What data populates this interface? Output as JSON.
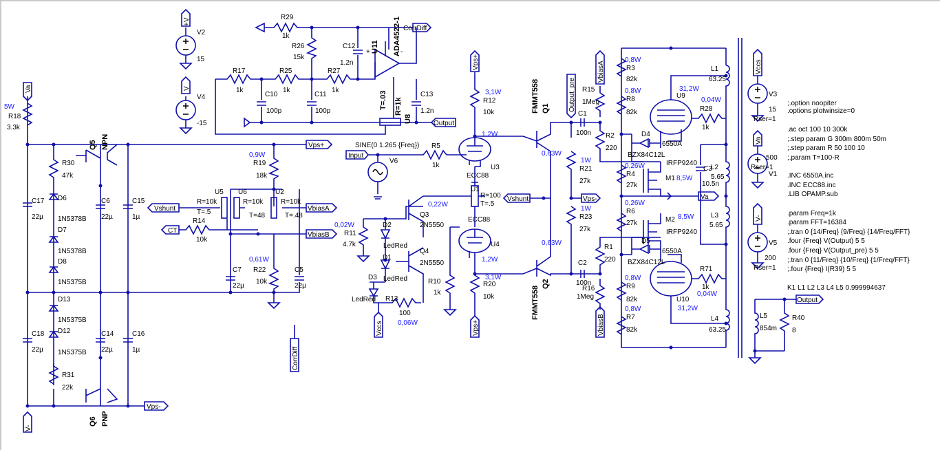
{
  "schematic": {
    "nets": {
      "va": "Va",
      "vminus": "V-",
      "vps_plus": "Vps+",
      "vps_minus": "Vps-",
      "vshunt": "Vshunt",
      "vbiasA": "VbiasA",
      "vbiasB": "VbiasB",
      "ct": "CT",
      "input": "Input",
      "output": "Output",
      "corrdiff": "CorrDiff",
      "vccs": "Vccs",
      "output_pre": "Output_pre",
      "plusv": "+V",
      "minusv": "V"
    },
    "components": {
      "V2": {
        "name": "V2",
        "value": "15"
      },
      "V4": {
        "name": "V4",
        "value": "-15"
      },
      "V6": {
        "name": "V6",
        "value": "SINE(0 1.265 {Freq})"
      },
      "V3": {
        "name": "V3",
        "value": "15",
        "rser": "Rser=1"
      },
      "V1": {
        "name": "V1",
        "value": "500",
        "rser": "Rser=1"
      },
      "V5": {
        "name": "V5",
        "value": "200",
        "rser": "Rser=1"
      },
      "R29": {
        "name": "R29",
        "value": "1k"
      },
      "R26": {
        "name": "R26",
        "value": "15k"
      },
      "R17": {
        "name": "R17",
        "value": "1k"
      },
      "R25": {
        "name": "R25",
        "value": "1k"
      },
      "R27": {
        "name": "R27",
        "value": "1k"
      },
      "C12": {
        "name": "C12",
        "value": "1.2n"
      },
      "C10": {
        "name": "C10",
        "value": "100p"
      },
      "C11": {
        "name": "C11",
        "value": "100p"
      },
      "C13": {
        "name": "C13",
        "value": "1.2n"
      },
      "U11": {
        "name": "U11",
        "value": "ADA4522-1"
      },
      "U8": {
        "name": "U8",
        "value": "R=1k",
        "t": "T=.03"
      },
      "R18": {
        "name": "R18",
        "value": "3.3k",
        "power": "5W"
      },
      "R30": {
        "name": "R30",
        "value": "47k"
      },
      "R31": {
        "name": "R31",
        "value": "22k"
      },
      "Q5": {
        "name": "Q5",
        "value": "NPN"
      },
      "Q6": {
        "name": "Q6",
        "value": "PNP"
      },
      "D6": {
        "name": "D6",
        "value": "1N5378B"
      },
      "D7": {
        "name": "D7",
        "value": "1N5378B"
      },
      "D8": {
        "name": "D8",
        "value": "1N5375B"
      },
      "D13": {
        "name": "D13",
        "value": "1N5375B"
      },
      "D12": {
        "name": "D12",
        "value": "1N5375B"
      },
      "C17": {
        "name": "C17",
        "value": "22µ"
      },
      "C18": {
        "name": "C18",
        "value": "22µ"
      },
      "C6": {
        "name": "C6",
        "value": "22µ"
      },
      "C14": {
        "name": "C14",
        "value": "22µ"
      },
      "C15": {
        "name": "C15",
        "value": "1µ"
      },
      "C16": {
        "name": "C16",
        "value": "1µ"
      },
      "R19": {
        "name": "R19",
        "value": "18k",
        "power": "0,9W"
      },
      "U5": {
        "name": "U5",
        "value": "R=10k",
        "t": "T=.5"
      },
      "U6": {
        "name": "U6",
        "value": "R=10k",
        "t": "T=48"
      },
      "U2": {
        "name": "U2",
        "value": "R=10k",
        "t": "T=.48"
      },
      "R14": {
        "name": "R14",
        "value": "10k"
      },
      "C7": {
        "name": "C7",
        "value": "22µ"
      },
      "C5": {
        "name": "C5",
        "value": "22µ"
      },
      "R22": {
        "name": "R22",
        "value": "10k",
        "power": "0,61W"
      },
      "R5": {
        "name": "R5",
        "value": "1k"
      },
      "R11": {
        "name": "R11",
        "value": "4.7k",
        "power": "0,02W"
      },
      "D2": {
        "name": "D2",
        "value": "LedRed"
      },
      "D1": {
        "name": "D1",
        "value": "LedRed"
      },
      "D3": {
        "name": "D3",
        "value": "LedRed"
      },
      "Q3": {
        "name": "Q3",
        "value": "2N5550",
        "power": "0,22W"
      },
      "Q4": {
        "name": "Q4",
        "value": "2N5550"
      },
      "R13": {
        "name": "R13",
        "value": "100",
        "power": "0,06W"
      },
      "U1": {
        "name": "U1",
        "value": "R=100",
        "t": "T=.5"
      },
      "U3": {
        "name": "U3",
        "value": "ECC88",
        "power": "1,2W"
      },
      "U4": {
        "name": "U4",
        "value": "ECC88",
        "power": "1,2W"
      },
      "R12": {
        "name": "R12",
        "value": "10k",
        "power": "3,1W"
      },
      "R20": {
        "name": "R20",
        "value": "10k",
        "power": "3,1W"
      },
      "R10": {
        "name": "R10",
        "value": "1k"
      },
      "Q1": {
        "name": "Q1",
        "value": "FMMT558",
        "power": "0,63W"
      },
      "Q2": {
        "name": "Q2",
        "value": "FMMT558",
        "power": "0,63W"
      },
      "C1": {
        "name": "C1",
        "value": "100n"
      },
      "C2": {
        "name": "C2",
        "value": "100n"
      },
      "R21": {
        "name": "R21",
        "value": "27k",
        "power": "1W"
      },
      "R23": {
        "name": "R23",
        "value": "27k",
        "power": "1W"
      },
      "R15": {
        "name": "R15",
        "value": "1Meg"
      },
      "R16": {
        "name": "R16",
        "value": "1Meg"
      },
      "R2": {
        "name": "R2",
        "value": "220"
      },
      "R1": {
        "name": "R1",
        "value": "220"
      },
      "R3": {
        "name": "R3",
        "value": "82k",
        "power": "0,8W"
      },
      "R8": {
        "name": "R8",
        "value": "82k",
        "power": "0,8W"
      },
      "R9": {
        "name": "R9",
        "value": "82k",
        "power": "0,8W"
      },
      "R7": {
        "name": "R7",
        "value": "82k",
        "power": "0,8W"
      },
      "R4": {
        "name": "R4",
        "value": "27k",
        "power": "0,26W"
      },
      "R6": {
        "name": "R6",
        "value": "27k",
        "power": "0,26W"
      },
      "D4": {
        "name": "D4",
        "value": "BZX84C12L"
      },
      "D5": {
        "name": "D5",
        "value": "BZX84C12L"
      },
      "M1": {
        "name": "M1",
        "value": "IRFP9240",
        "power": "8,5W"
      },
      "M2": {
        "name": "M2",
        "value": "IRFP9240",
        "power": "8,5W"
      },
      "U9": {
        "name": "U9",
        "value": "6550A",
        "power": "31,2W"
      },
      "U10": {
        "name": "U10",
        "value": "6550A",
        "power": "31,2W"
      },
      "R28": {
        "name": "R28",
        "value": "1k",
        "power": "0,04W"
      },
      "R71": {
        "name": "R71",
        "value": "1k",
        "power": "0,04W"
      },
      "L1": {
        "name": "L1",
        "value": "63.25"
      },
      "L2": {
        "name": "L2",
        "value": "5.65"
      },
      "L3": {
        "name": "L3",
        "value": "5.65"
      },
      "L4": {
        "name": "L4",
        "value": "63.25"
      },
      "L5": {
        "name": "L5",
        "value": "854m"
      },
      "C3": {
        "name": "C3",
        "value": "10.5n"
      },
      "R40": {
        "name": "R40",
        "value": "8"
      }
    },
    "directives": [
      ";.option noopiter",
      ".options plotwinsize=0",
      ".ac oct 100 10 300k",
      ";.step param G 300m 800m 50m",
      ";.step param R 50 100 10",
      ";.param T=100-R",
      ".INC 6550A.inc",
      ".INC ECC88.inc",
      ".LIB OPAMP.sub",
      ".param Freq=1k",
      ".param FFT=16384",
      ";.tran 0 {14/Freq} {9/Freq} {14/Freq/FFT}",
      ".four {Freq} V(Output) 5 5",
      ".four {Freq} V(Output_pre) 5 5",
      ";.tran 0 {11/Freq} {10/Freq} {1/Freq/FFT}",
      ";.four {Freq} I(R39) 5 5",
      "K1 L1 L2 L3 L4 L5 0.999994637"
    ],
    "misc": {
      "plus_sign": "+",
      "minus_sign": "-"
    }
  }
}
